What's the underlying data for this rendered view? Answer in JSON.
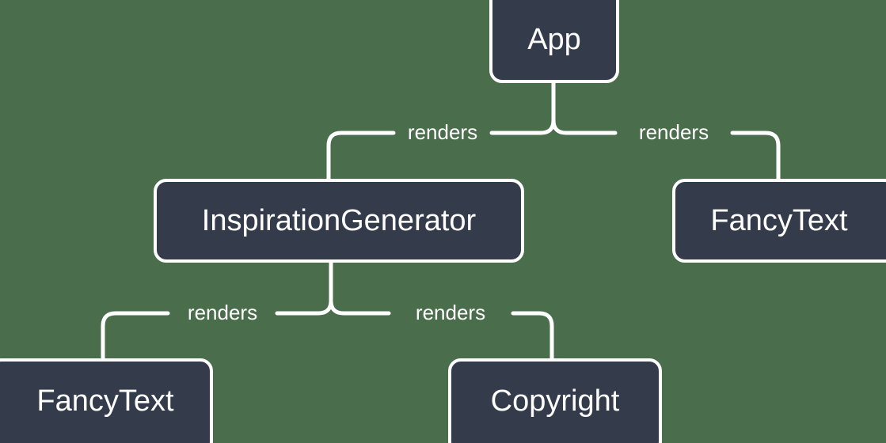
{
  "diagram": {
    "type": "component-tree",
    "background_color": "#4a6e4c",
    "node_fill_color": "#343c4c",
    "node_stroke_color": "#ffffff",
    "text_color": "#ffffff",
    "nodes": [
      {
        "id": "app",
        "label": "App"
      },
      {
        "id": "inspiration-generator",
        "label": "InspirationGenerator"
      },
      {
        "id": "fancytext-right",
        "label": "FancyText"
      },
      {
        "id": "fancytext-bottom",
        "label": "FancyText"
      },
      {
        "id": "copyright",
        "label": "Copyright"
      }
    ],
    "edges": [
      {
        "from": "app",
        "to": "inspiration-generator",
        "label": "renders"
      },
      {
        "from": "app",
        "to": "fancytext-right",
        "label": "renders"
      },
      {
        "from": "inspiration-generator",
        "to": "fancytext-bottom",
        "label": "renders"
      },
      {
        "from": "inspiration-generator",
        "to": "copyright",
        "label": "renders"
      }
    ]
  }
}
